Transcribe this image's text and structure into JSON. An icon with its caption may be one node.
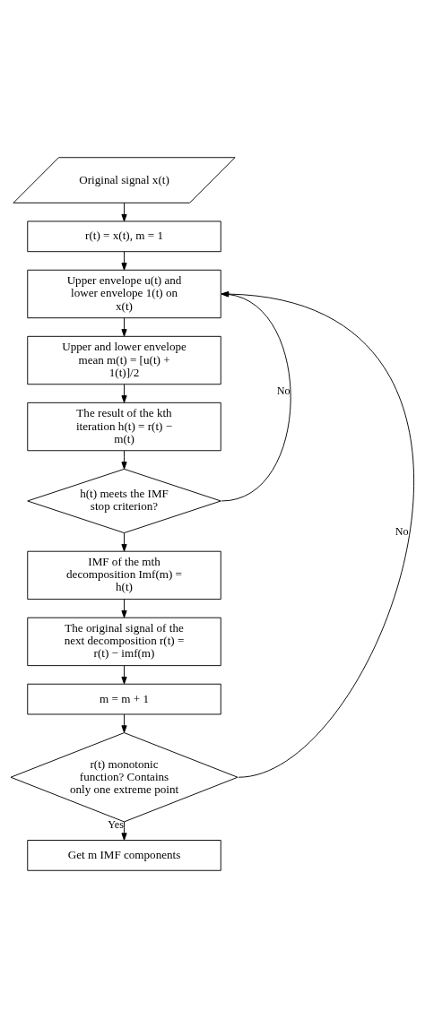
{
  "diagram": {
    "nodes": [
      {
        "text": [
          "Original signal x(t)"
        ]
      },
      {
        "text": [
          "r(t) = x(t), m = 1"
        ]
      },
      {
        "text": [
          "Upper envelope u(t) and lower envelope 1(t) on x(t)"
        ]
      },
      {
        "text": [
          "Upper and lower envelope mean m(t) = [u(t) + 1(t)]/2"
        ]
      },
      {
        "text": [
          "The result of the kth iteration h(t) = r(t) − m(t)"
        ]
      },
      {
        "text": [
          "h(t) meets the IMF stop criterion?"
        ]
      },
      {
        "text": [
          "IMF of the mth decomposition Imf(m) = h(t)"
        ]
      },
      {
        "text": [
          "The original signal of the next decomposition r(t) = r(t) − imf(m)"
        ]
      },
      {
        "text": [
          "m = m + 1"
        ]
      },
      {
        "text": [
          "r(t) monotonic function? Contains only one extreme point"
        ]
      },
      {
        "text": [
          "Get m IMF components"
        ]
      }
    ],
    "edges": [
      {
        "from": 0,
        "to": 1,
        "arrow": "to"
      },
      {
        "from": 1,
        "to": 2,
        "arrow": "to"
      },
      {
        "from": 2,
        "to": 3,
        "arrow": "to"
      },
      {
        "from": 3,
        "to": 4,
        "arrow": "to"
      },
      {
        "from": 4,
        "to": 5,
        "arrow": "to"
      },
      {
        "from": 5,
        "to": 6,
        "arrow": "to"
      },
      {
        "from": 5,
        "to": 2,
        "arrow": "to",
        "label": "No"
      },
      {
        "from": 6,
        "to": 7,
        "arrow": "to"
      },
      {
        "from": 7,
        "to": 8,
        "arrow": "to"
      },
      {
        "from": 8,
        "to": 9,
        "arrow": "to"
      },
      {
        "from": 9,
        "to": 10,
        "arrow": "to",
        "label": "Yes"
      },
      {
        "from": 9,
        "to": 2,
        "arrow": "to",
        "label": "No"
      }
    ]
  }
}
